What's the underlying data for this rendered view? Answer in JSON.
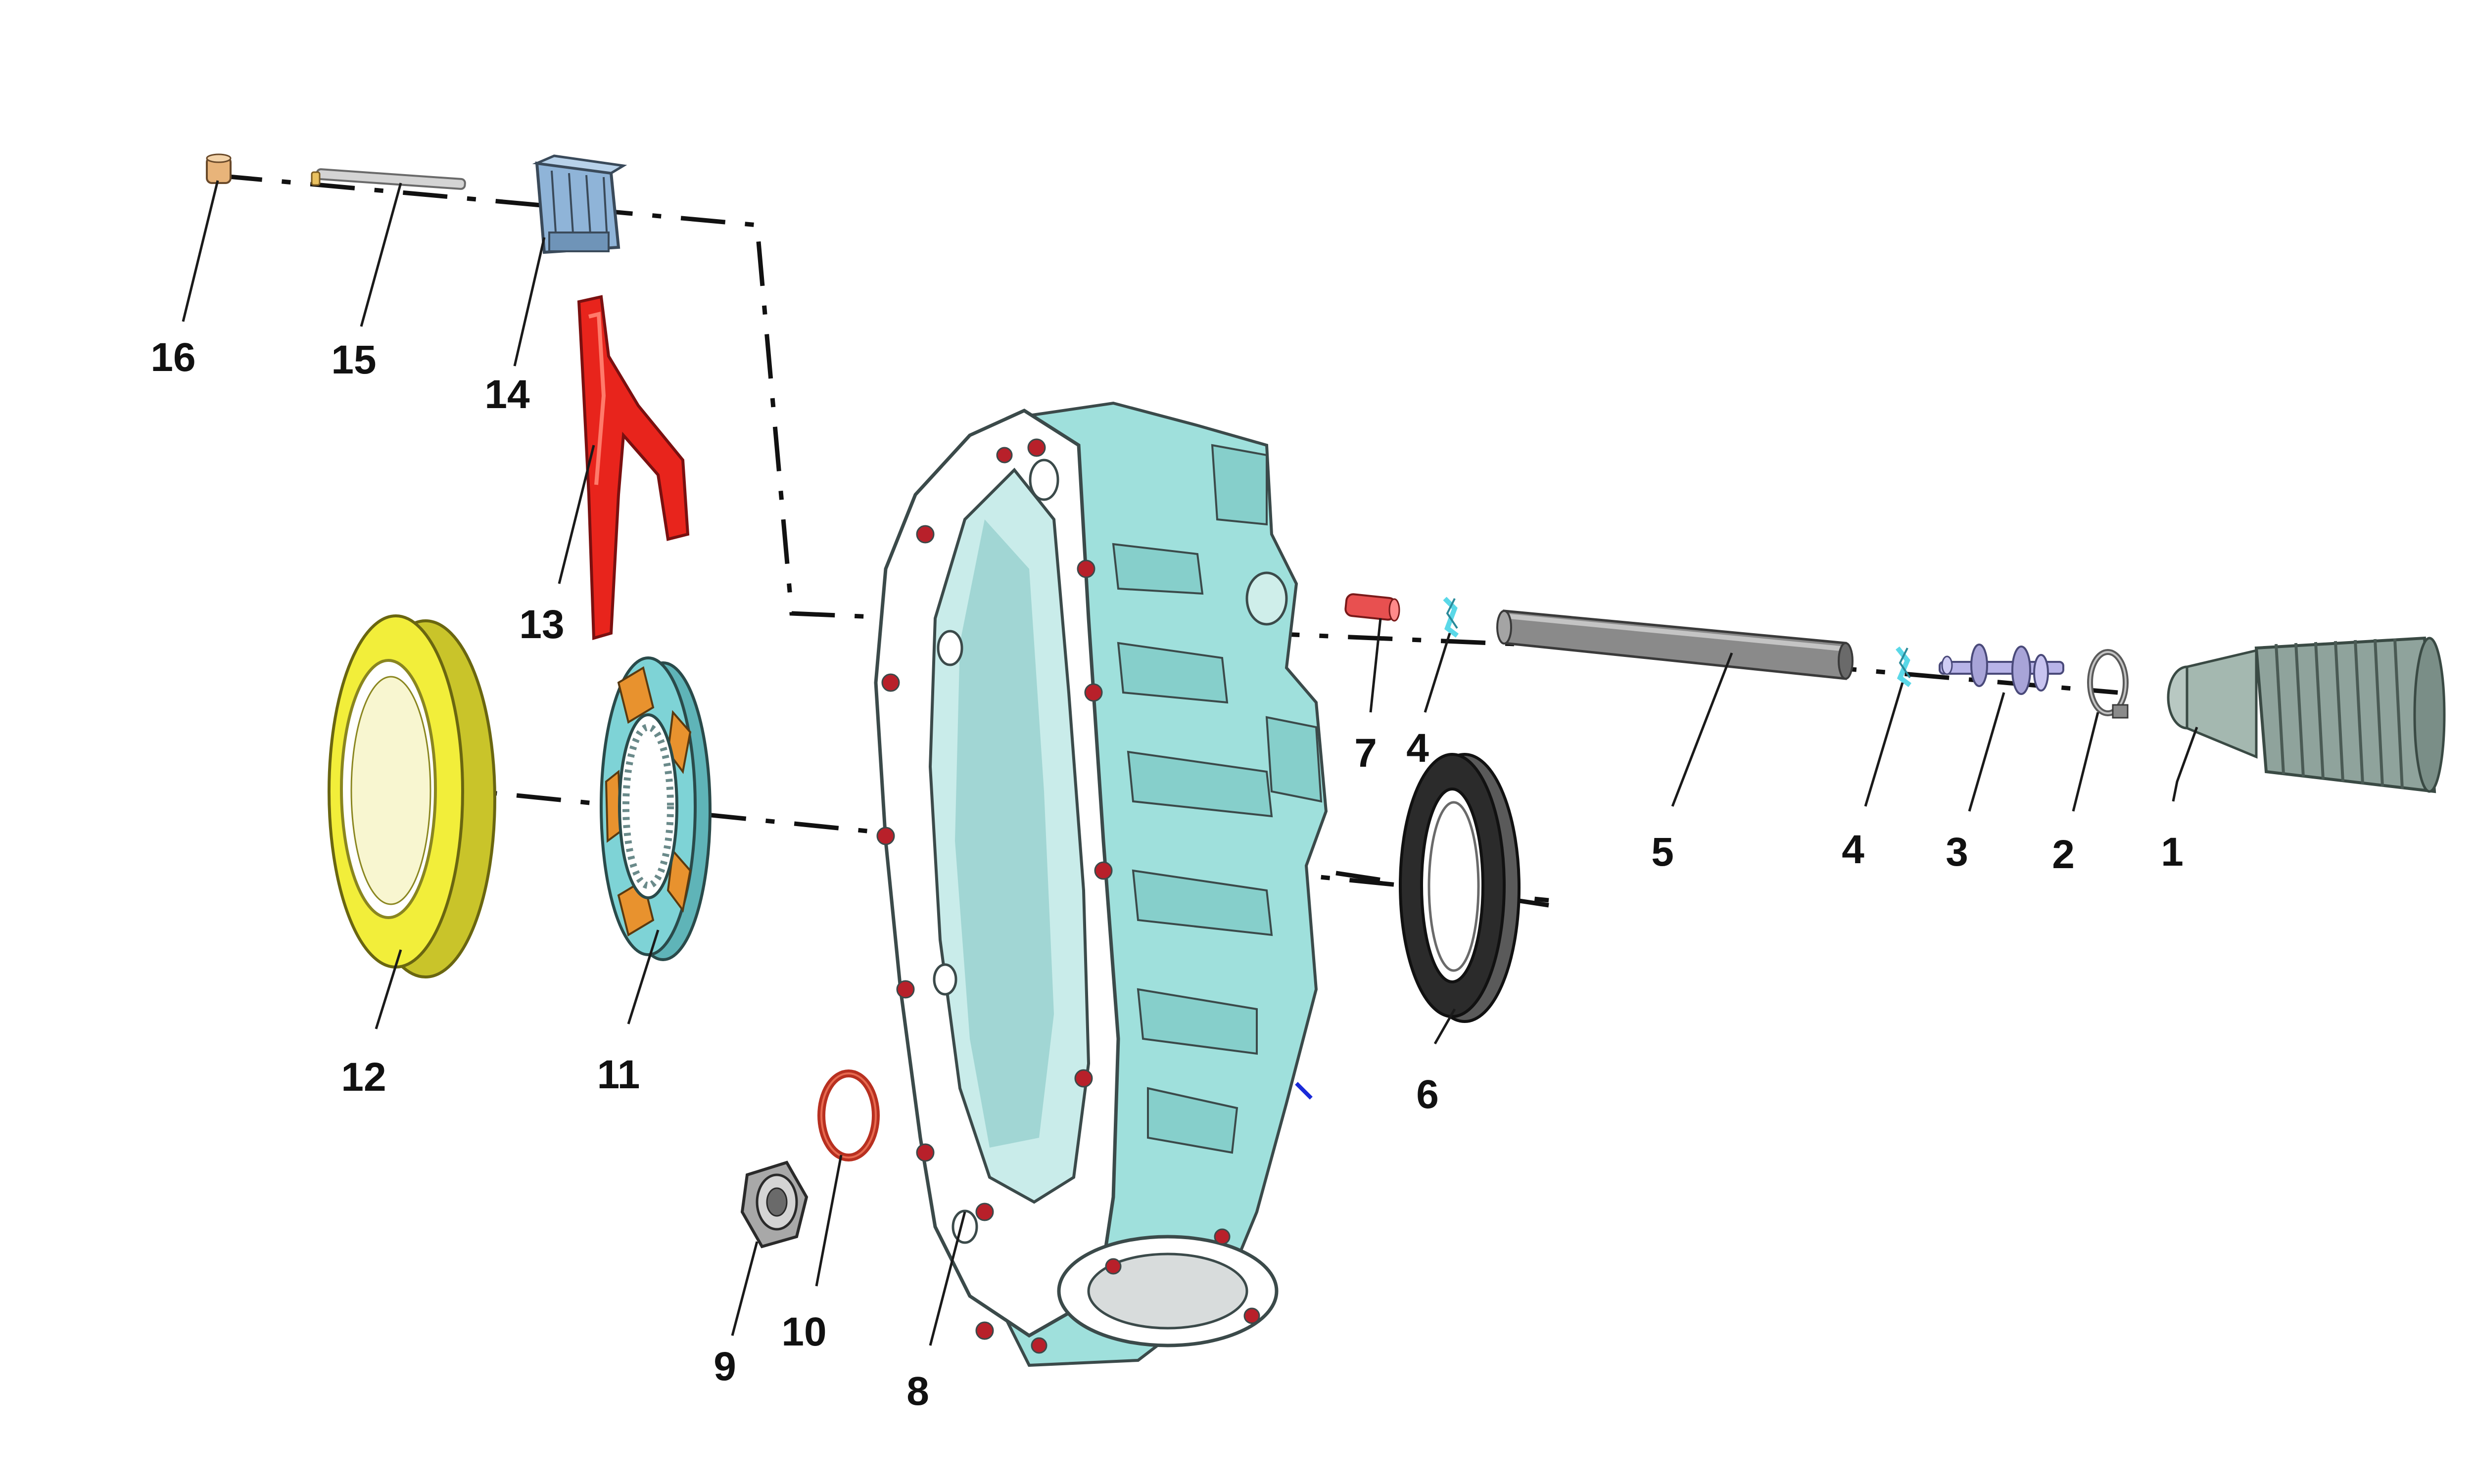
{
  "callouts": {
    "c1": "1",
    "c2": "2",
    "c3": "3",
    "c4a": "4",
    "c4b": "4",
    "c5": "5",
    "c6": "6",
    "c7": "7",
    "c8": "8",
    "c9": "9",
    "c10": "10",
    "c11": "11",
    "c12": "12",
    "c13": "13",
    "c14": "14",
    "c15": "15",
    "c16": "16"
  },
  "colors": {
    "housing": "#9fe0dc",
    "housing_shadow": "#6fb9b6",
    "shift_fork": "#e8241c",
    "bearing_race": "#f2ee3a",
    "synchro_ring": "#7ed3d6",
    "synchro_accent": "#e8922e",
    "seal": "#2b2b2b",
    "o_ring": "#b83020",
    "shaft": "#8a8a8a",
    "boot": "#8fa39c",
    "selector_block": "#8fb4d8",
    "plug": "#e8b47a",
    "retaining_clip": "#8fe8ee",
    "detent_pin": "#e85050",
    "stub_shaft": "#b8b4e8"
  }
}
